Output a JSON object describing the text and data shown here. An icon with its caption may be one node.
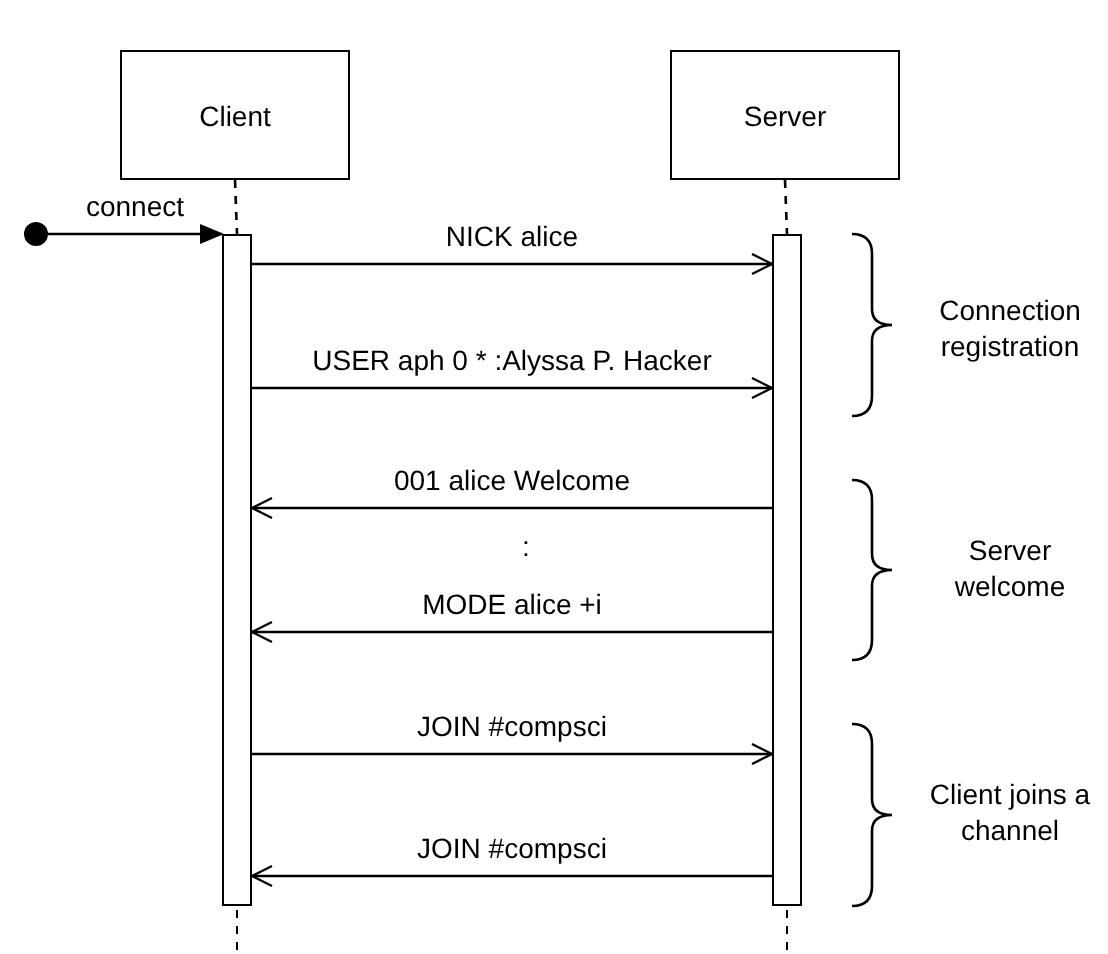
{
  "diagram": {
    "nodes": [
      {
        "text": [
          "Client"
        ]
      },
      {
        "text": [
          "Server"
        ]
      },
      {
        "text": [],
        "shape": "bar"
      },
      {
        "text": [],
        "shape": "bar"
      },
      {
        "text": [],
        "shape": "circle"
      }
    ],
    "edges": [
      {
        "from": 0,
        "to": 2,
        "arrow": "none",
        "style": "dashed"
      },
      {
        "from": 1,
        "to": 3,
        "arrow": "none",
        "style": "dashed"
      },
      {
        "from": 4,
        "to": 2,
        "arrow": "to",
        "label": "connect"
      },
      {
        "from": 2,
        "to": 3,
        "arrow": "to",
        "label": "NICK alice"
      },
      {
        "from": 2,
        "to": 3,
        "arrow": "to",
        "label": "USER aph 0 * :Alyssa P. Hacker"
      },
      {
        "from": 3,
        "to": 2,
        "arrow": "to",
        "label": "001 alice Welcome"
      },
      {
        "from": 3,
        "to": 2,
        "arrow": "to",
        "label": "MODE alice +i"
      },
      {
        "from": 2,
        "to": 3,
        "arrow": "to",
        "label": "JOIN #compsci"
      },
      {
        "from": 3,
        "to": 2,
        "arrow": "to",
        "label": "JOIN #compsci"
      }
    ],
    "labels": [
      ":",
      "Connection registration",
      "Server welcome",
      "Client joins a channel"
    ]
  }
}
